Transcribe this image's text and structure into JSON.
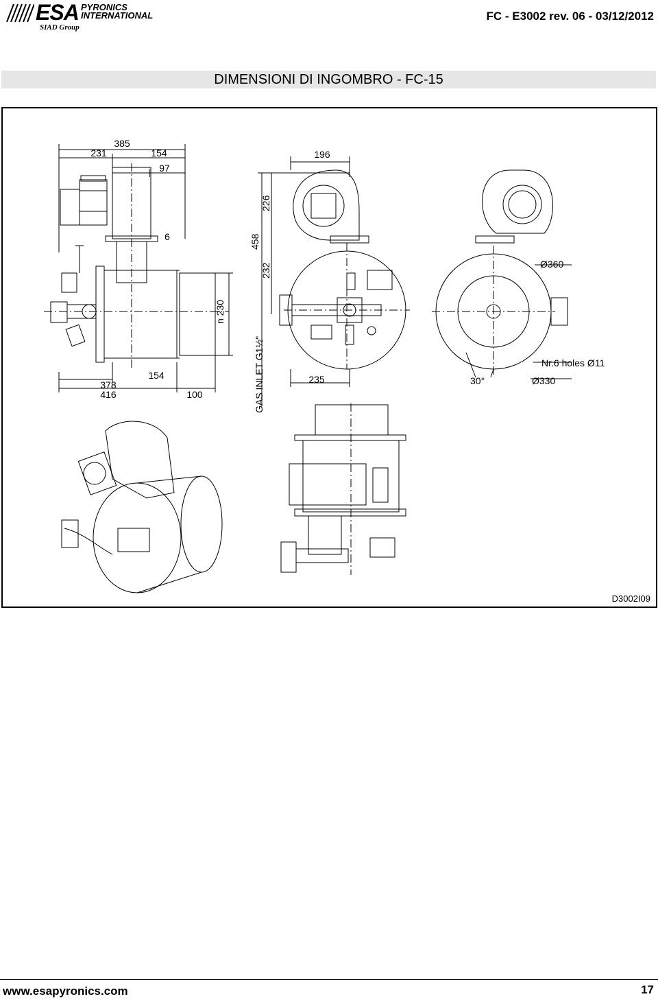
{
  "header": {
    "logo_main": "ESA",
    "logo_sub_1": "PYRONICS",
    "logo_sub_2": "INTERNATIONAL",
    "logo_group": "SIAD Group",
    "doc_ref": "FC - E3002 rev. 06 - 03/12/2012"
  },
  "title": "DIMENSIONI DI INGOMBRO - FC-15",
  "drawing": {
    "side_view": {
      "dim_385": "385",
      "dim_231": "231",
      "dim_154_top": "154",
      "dim_97": "97",
      "dim_6": "6",
      "dim_n230": "n 230",
      "dim_378": "378",
      "dim_154_bottom": "154",
      "dim_416": "416",
      "dim_100": "100"
    },
    "front_view": {
      "dim_458": "458",
      "dim_226": "226",
      "dim_232": "232",
      "dim_196": "196",
      "dim_235": "235",
      "gas_inlet": "GAS INLET G1½\""
    },
    "flange_view": {
      "dim_d360": "Ø360",
      "holes": "Nr.6 holes Ø11",
      "angle": "30°",
      "dim_d330": "Ø330"
    },
    "code": "D3002I09"
  },
  "footer": {
    "url": "www.esapyronics.com",
    "page": "17"
  }
}
